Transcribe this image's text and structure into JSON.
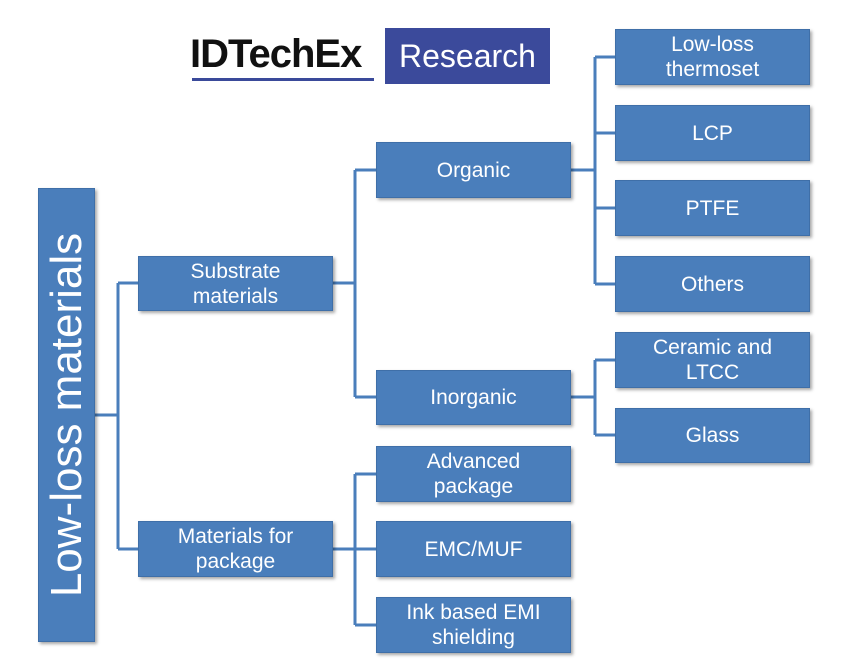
{
  "logo": {
    "brand": "IDTechEx",
    "badge": "Research"
  },
  "colors": {
    "box_fill": "#4a7ebb",
    "connector": "#4a7ebb",
    "logo_badge": "#3b4a9b"
  },
  "tree": {
    "root": "Low-loss materials",
    "substrate": "Substrate\nmaterials",
    "organic": "Organic",
    "low_loss_thermoset": "Low-loss\nthermoset",
    "lcp": "LCP",
    "ptfe": "PTFE",
    "others": "Others",
    "inorganic": "Inorganic",
    "ceramic": "Ceramic and\nLTCC",
    "glass": "Glass",
    "package": "Materials for\npackage",
    "advanced_package": "Advanced\npackage",
    "emc_muf": "EMC/MUF",
    "ink_emi": "Ink based EMI\nshielding"
  }
}
